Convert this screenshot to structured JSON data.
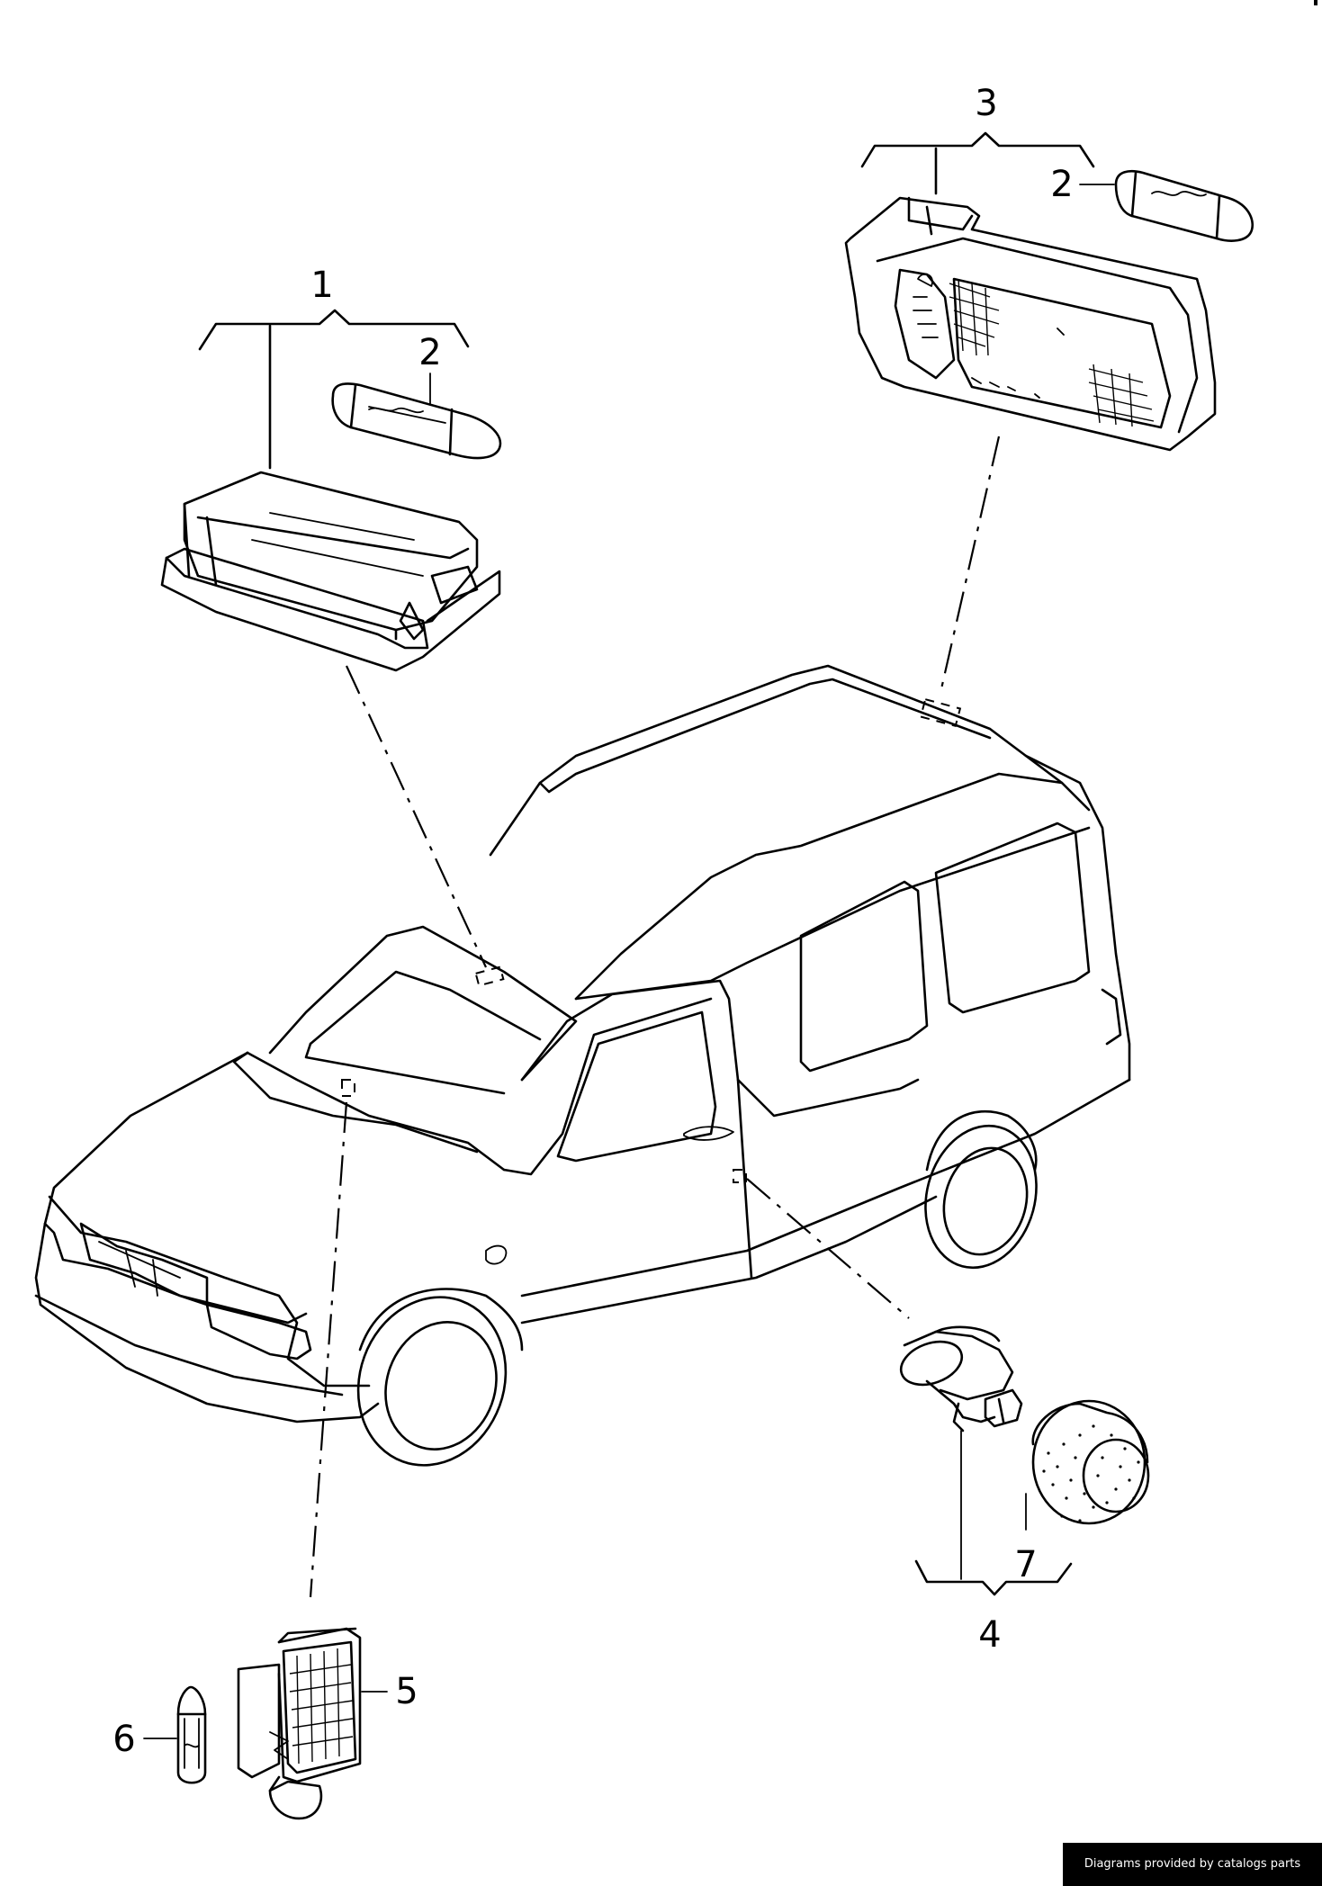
{
  "callouts": [
    {
      "id": "c1",
      "number": "1",
      "part": "interior-light-front"
    },
    {
      "id": "c2a",
      "number": "2",
      "part": "bulb-front-light"
    },
    {
      "id": "c3",
      "number": "3",
      "part": "interior-light-rear"
    },
    {
      "id": "c2b",
      "number": "2",
      "part": "bulb-rear-light"
    },
    {
      "id": "c4",
      "number": "4",
      "part": "door-contact-switch-assembly"
    },
    {
      "id": "c5",
      "number": "5",
      "part": "glove-box-light"
    },
    {
      "id": "c6",
      "number": "6",
      "part": "bulb-glove-box-light"
    },
    {
      "id": "c7",
      "number": "7",
      "part": "switch-cap"
    }
  ],
  "footer": {
    "credit": "Diagrams provided by catalogs parts"
  }
}
